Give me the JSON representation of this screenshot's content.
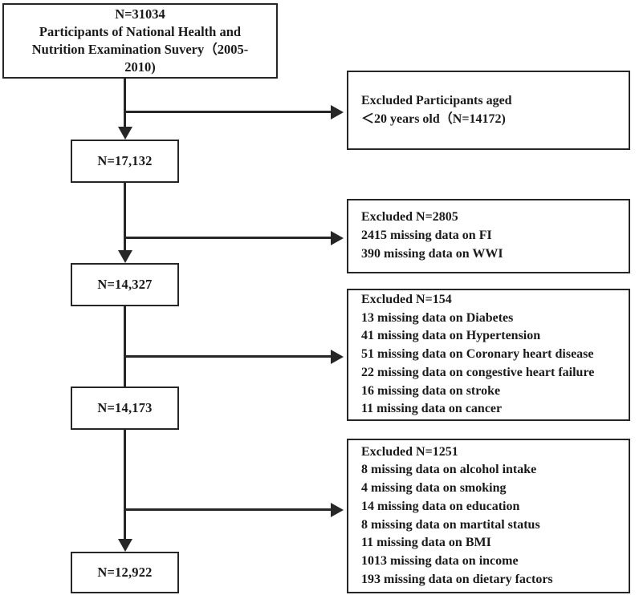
{
  "diagram": {
    "title": "NHANES participant selection flow chart",
    "line_color": "#262626",
    "box_border_color": "#262626",
    "background_color": "#ffffff",
    "text_color": "#1a1a1a"
  },
  "source_box": {
    "lines": [
      "N=31034",
      "Participants of National Health and",
      "Nutrition Examination Suvery（2005-",
      "2010)"
    ]
  },
  "count_boxes": [
    {
      "label": "N=17,132"
    },
    {
      "label": "N=14,327"
    },
    {
      "label": "N=14,173"
    },
    {
      "label": "N=12,922"
    }
  ],
  "excluded_boxes": [
    {
      "id": "excluded-age",
      "lines": [
        "Excluded Participants aged",
        "＜20 years old（N=14172)"
      ]
    },
    {
      "id": "excluded-fi-wwi",
      "lines": [
        "Excluded N=2805",
        "2415 missing data on FI",
        "390 missing data on WWI"
      ]
    },
    {
      "id": "excluded-comorbidity",
      "lines": [
        "Excluded N=154",
        "13 missing data on Diabetes",
        "41 missing data on Hypertension",
        "51 missing data on Coronary heart disease",
        "22 missing data on congestive heart failure",
        "16 missing data on stroke",
        "11 missing data on cancer"
      ]
    },
    {
      "id": "excluded-covariates",
      "lines": [
        "Excluded N=1251",
        "8 missing data on alcohol intake",
        "4 missing data on smoking",
        "14 missing data  on education",
        "8 missing data on martital status",
        "11  missing data  on BMI",
        "1013  missing data on income",
        "193 missing data on dietary factors"
      ]
    }
  ]
}
